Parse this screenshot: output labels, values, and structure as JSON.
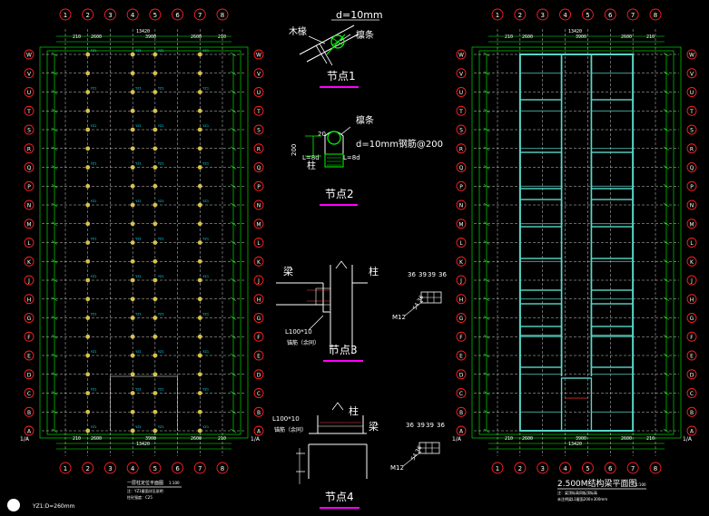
{
  "colors": {
    "background": "#000000",
    "grid": "#ffffff",
    "dimension": "#00ff00",
    "bubble": "#ff2020",
    "column": "#d6c34a",
    "label": "#00e5ff",
    "beam": "#5ad6c8",
    "magenta": "#ff00ff",
    "annotation": "#ffffff"
  },
  "left_plan": {
    "top_labels": [
      "1",
      "2",
      "3",
      "4",
      "5",
      "6",
      "7",
      "8"
    ],
    "bottom_labels": [
      "1",
      "2",
      "3",
      "4",
      "5",
      "6",
      "7",
      "8"
    ],
    "top_dims": [
      "210",
      "2600",
      "13420",
      "3900",
      "2600",
      "210"
    ],
    "bottom_dims": [
      "210",
      "2600",
      "13420",
      "3900",
      "2600",
      "210"
    ],
    "column_tag": "YZ1",
    "caption_line1": "一层柱定位平面图",
    "caption_scale": "1:100",
    "caption_line2": "注：YZ1截面详见说明",
    "caption_line3": "柱砼强度：C25"
  },
  "right_plan": {
    "top_labels": [
      "1",
      "2",
      "3",
      "4",
      "5",
      "6",
      "7",
      "8"
    ],
    "bottom_labels": [
      "1",
      "2",
      "3",
      "4",
      "5",
      "6",
      "7",
      "8"
    ],
    "top_dims": [
      "210",
      "2600",
      "13420",
      "3900",
      "2600",
      "210"
    ],
    "bottom_dims": [
      "210",
      "2600",
      "13420",
      "3900",
      "2600",
      "210"
    ],
    "caption_title": "2.500M结构梁平面图",
    "caption_scale": "1:100",
    "caption_line2": "注：梁顶标高同板顶标高",
    "caption_line3": "未注明梁L1截面200×300mm"
  },
  "row_labels": [
    "A",
    "B",
    "C",
    "D",
    "E",
    "F",
    "G",
    "H",
    "J",
    "K",
    "L",
    "M",
    "N",
    "P",
    "Q",
    "R",
    "S",
    "T",
    "U",
    "V",
    "W"
  ],
  "side_label": "1/A",
  "legend_text": "YZ1:D=260mm",
  "node1": {
    "title": "节点1",
    "dim": "d=10mm",
    "label_wood": "木椽",
    "label_purlin": "檩条"
  },
  "node2": {
    "title": "节点2",
    "dim": "d=10mm钢筋@200",
    "label_purlin": "檩条",
    "label_column": "柱",
    "label_l1": "L=8d",
    "label_l2": "L=8d",
    "dim_20": "20",
    "dim_200": "200"
  },
  "node3": {
    "title": "节点3",
    "label_beam": "梁",
    "label_column": "柱",
    "angle": "L100*10",
    "note": "锚筋（余同）",
    "d1": "36",
    "d2": "39",
    "d3": "39",
    "d4": "36",
    "side_dims": "54 36",
    "bolt": "M12"
  },
  "node4": {
    "title": "节点4",
    "label_beam": "梁",
    "label_column": "柱",
    "angle": "L100*10",
    "note": "锚筋（余同）",
    "d1": "36",
    "d2": "39",
    "d3": "39",
    "d4": "36",
    "side_dims": "54 36",
    "bolt": "M12"
  }
}
